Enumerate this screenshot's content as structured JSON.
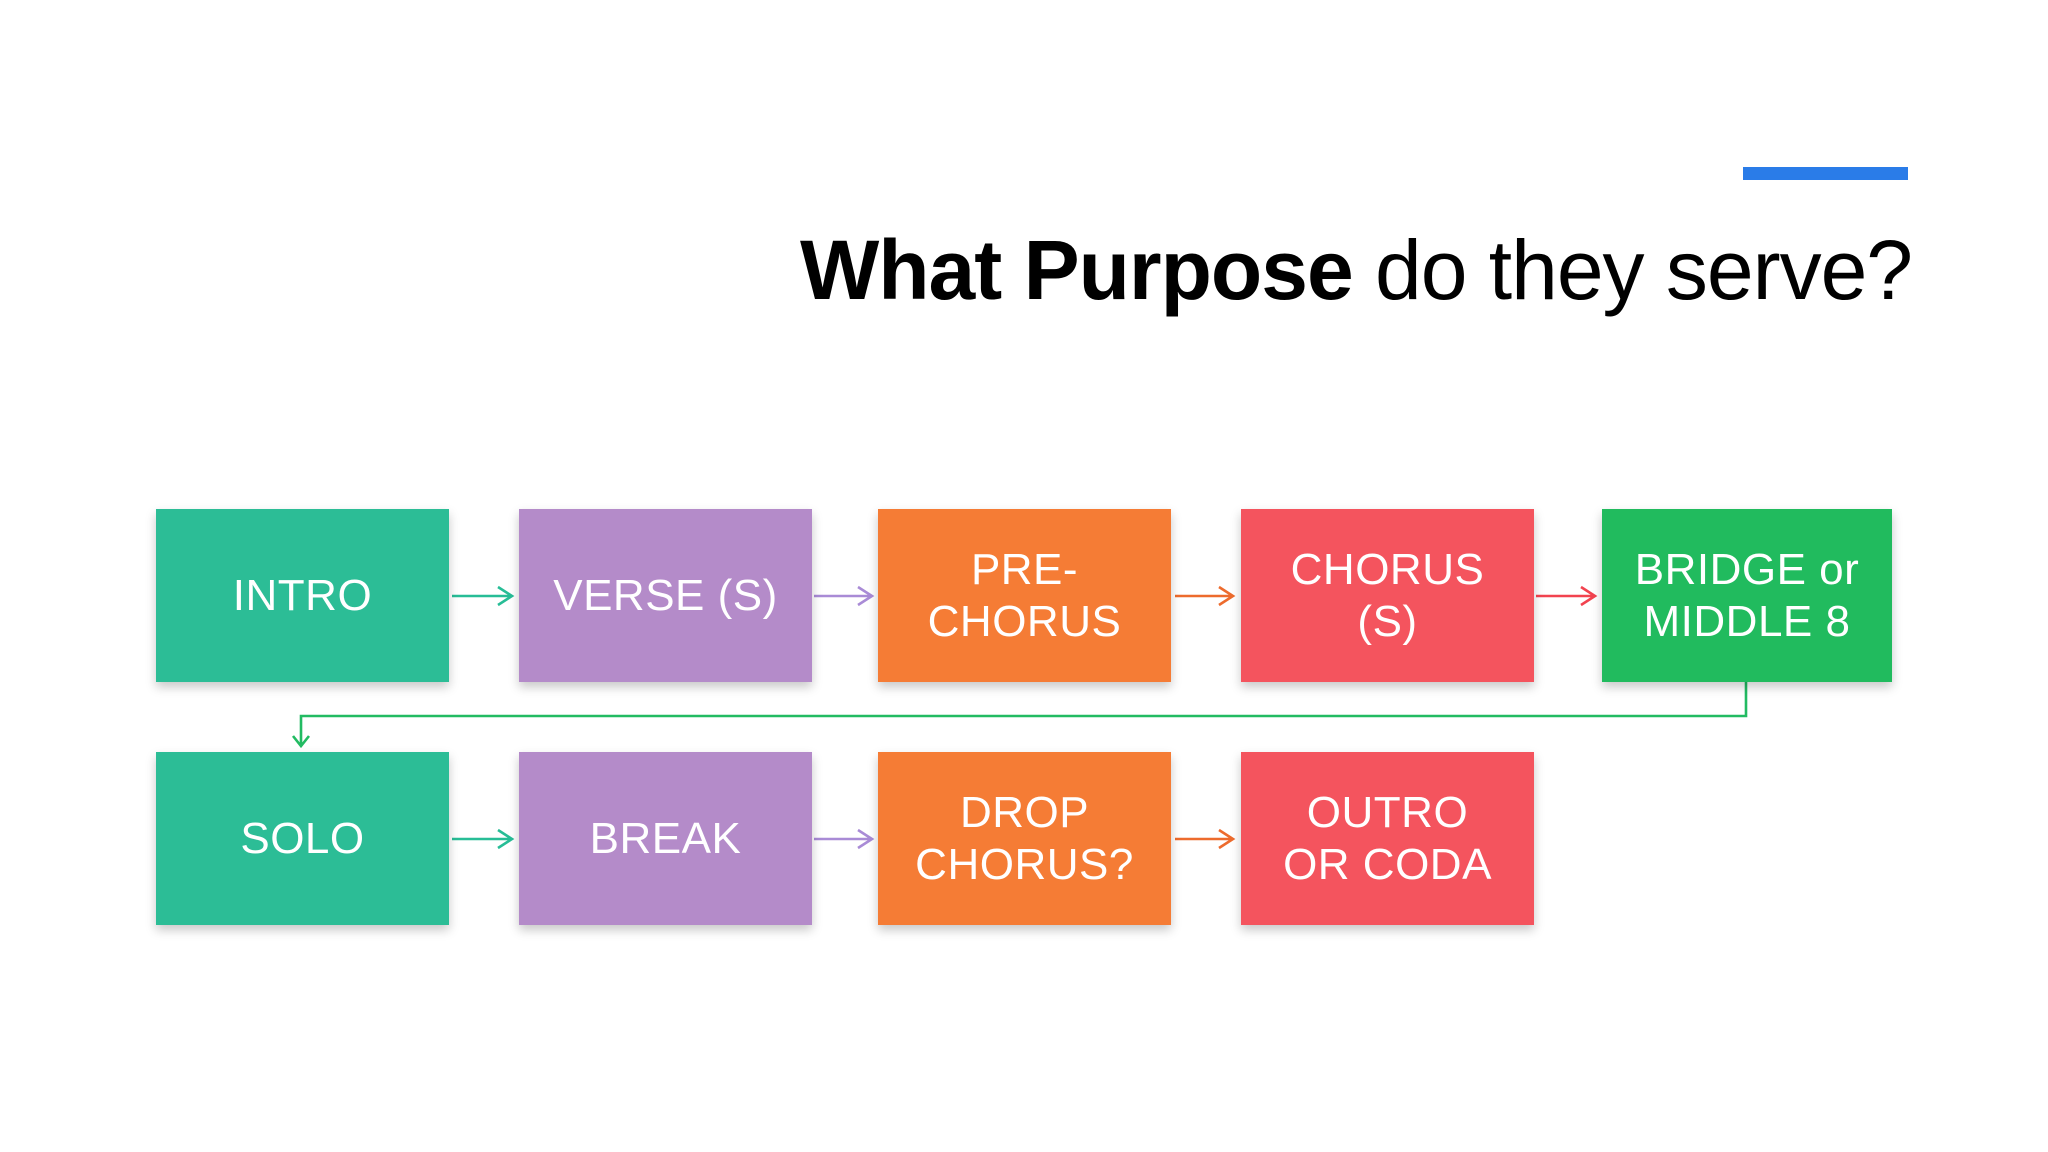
{
  "title": {
    "emphasis": "What Purpose",
    "rest": " do they serve?"
  },
  "accent_bar": {
    "color": "#2A7CE8"
  },
  "background_color": "#FFFFFF",
  "flowchart": {
    "nodes": [
      {
        "id": "intro",
        "label": "INTRO",
        "color": "#2CBD96",
        "text_color": "#FFFFFF"
      },
      {
        "id": "verse",
        "label": "VERSE (S)",
        "color": "#B48BC9",
        "text_color": "#FFFFFF"
      },
      {
        "id": "pre-chorus",
        "label": "PRE-\nCHORUS",
        "color": "#F57C35",
        "text_color": "#FFFFFF"
      },
      {
        "id": "chorus",
        "label": "CHORUS\n(S)",
        "color": "#F4545E",
        "text_color": "#FFFFFF"
      },
      {
        "id": "bridge",
        "label": "BRIDGE or\nMIDDLE 8",
        "color": "#21BB5E",
        "text_color": "#FFFFFF"
      },
      {
        "id": "solo",
        "label": "SOLO",
        "color": "#2CBD96",
        "text_color": "#FFFFFF"
      },
      {
        "id": "break",
        "label": "BREAK",
        "color": "#B48BC9",
        "text_color": "#FFFFFF"
      },
      {
        "id": "drop-chorus",
        "label": "DROP\nCHORUS?",
        "color": "#F57C35",
        "text_color": "#FFFFFF"
      },
      {
        "id": "outro",
        "label": "OUTRO\nOR CODA",
        "color": "#F4545E",
        "text_color": "#FFFFFF"
      }
    ],
    "connections": [
      {
        "from": "INTRO",
        "to": "VERSE (S)",
        "color": "#27BD96"
      },
      {
        "from": "VERSE (S)",
        "to": "PRE-CHORUS",
        "color": "#A98BD6"
      },
      {
        "from": "PRE-CHORUS",
        "to": "CHORUS (S)",
        "color": "#ED6B2D"
      },
      {
        "from": "CHORUS (S)",
        "to": "BRIDGE or MIDDLE 8",
        "color": "#F2434F"
      },
      {
        "from": "BRIDGE or MIDDLE 8",
        "to": "SOLO",
        "color": "#22BB62"
      },
      {
        "from": "SOLO",
        "to": "BREAK",
        "color": "#27BD96"
      },
      {
        "from": "BREAK",
        "to": "DROP CHORUS?",
        "color": "#A98BD6"
      },
      {
        "from": "DROP CHORUS?",
        "to": "OUTRO OR CODA",
        "color": "#ED6B2D"
      }
    ]
  }
}
